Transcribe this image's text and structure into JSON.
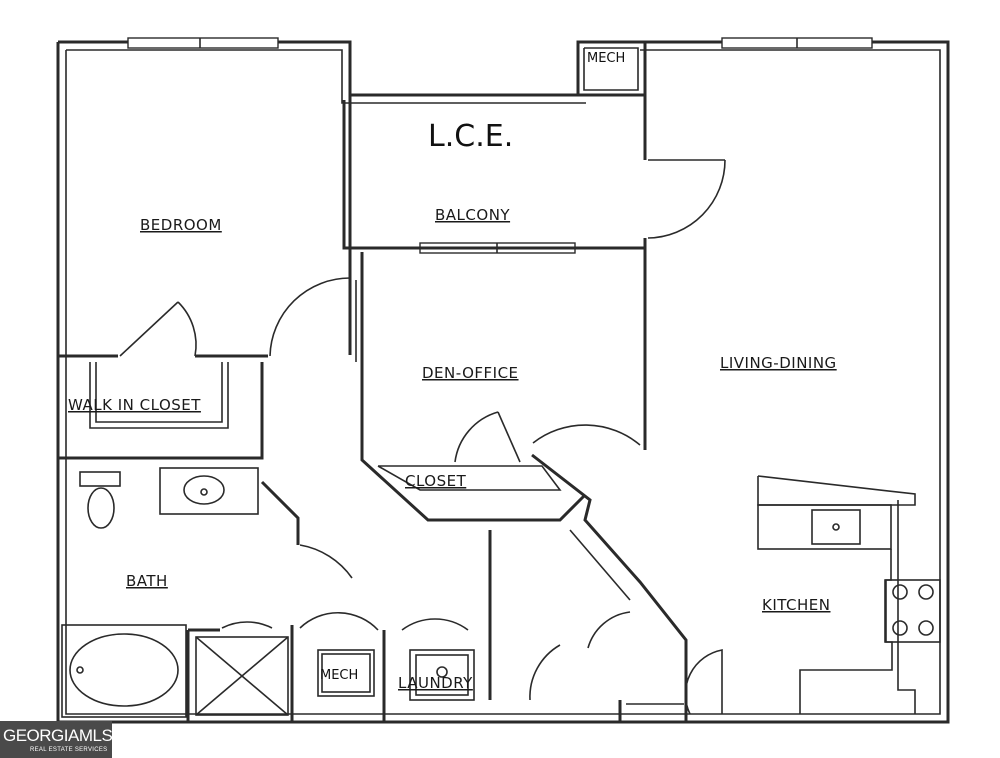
{
  "labels": {
    "lce": "L.C.E.",
    "mech_top": "MECH",
    "balcony": "BALCONY",
    "bedroom": "BEDROOM",
    "walk_in_closet": "WALK IN CLOSET",
    "den_office": "DEN-OFFICE",
    "living_dining": "LIVING-DINING",
    "closet": "CLOSET",
    "bath": "BATH",
    "kitchen": "KITCHEN",
    "mech_bottom": "MECH",
    "laundry": "LAUNDRY"
  },
  "logo": {
    "name": "GEORGIAMLS",
    "subtitle": "REAL ESTATE SERVICES"
  },
  "colors": {
    "line": "#2a2a2a",
    "background": "#ffffff",
    "logo_bg": "#4a4a4a"
  }
}
